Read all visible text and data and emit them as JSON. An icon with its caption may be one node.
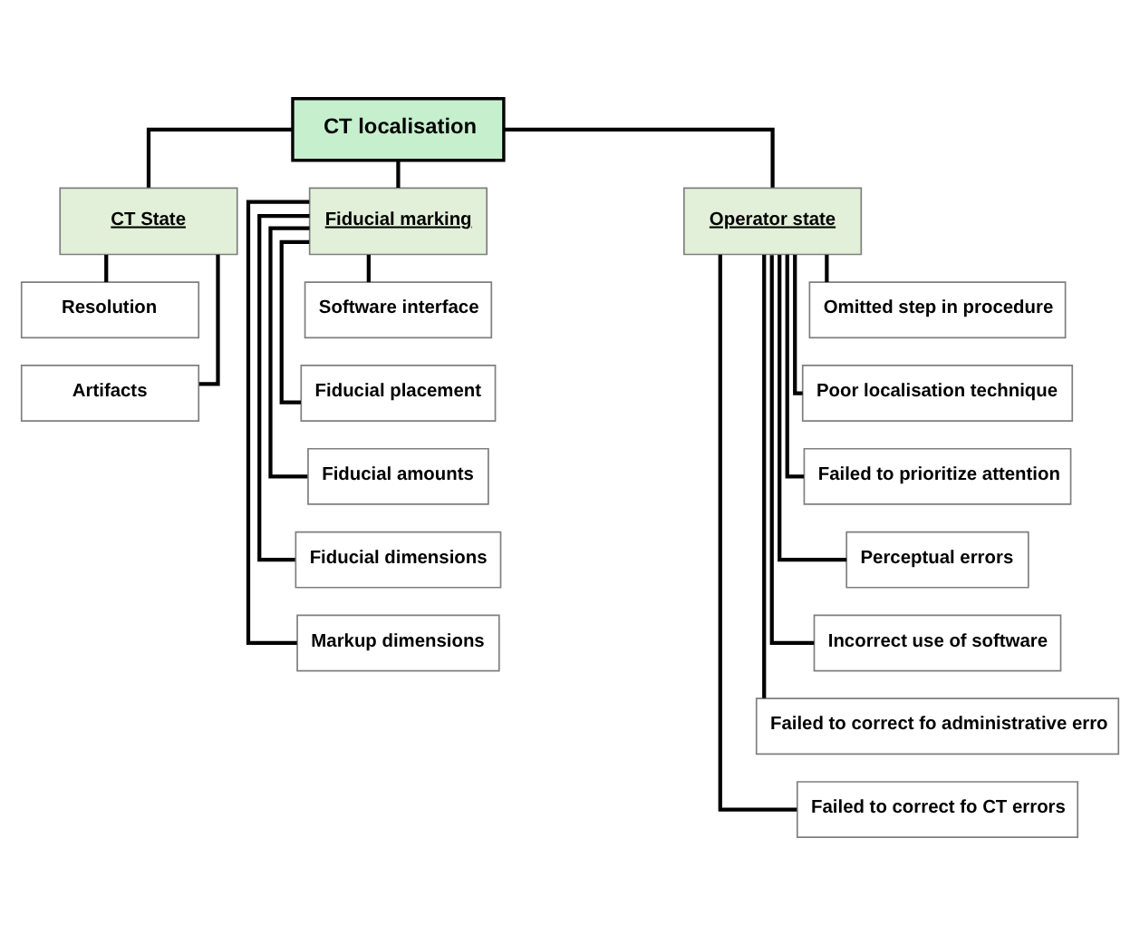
{
  "diagram": {
    "nodes": [
      {
        "text": [
          "CT localisation"
        ]
      },
      {
        "text": [
          "CT State"
        ]
      },
      {
        "text": [
          "Fiducial marking"
        ]
      },
      {
        "text": [
          "Operator state"
        ]
      },
      {
        "text": [
          "Resolution"
        ]
      },
      {
        "text": [
          "Artifacts"
        ]
      },
      {
        "text": [
          "Software interface"
        ]
      },
      {
        "text": [
          "Fiducial placement"
        ]
      },
      {
        "text": [
          "Fiducial amounts"
        ]
      },
      {
        "text": [
          "Fiducial dimensions"
        ]
      },
      {
        "text": [
          "Markup dimensions"
        ]
      },
      {
        "text": [
          "Omitted step in procedure"
        ]
      },
      {
        "text": [
          "Poor localisation technique"
        ]
      },
      {
        "text": [
          "Failed to prioritize attention"
        ]
      },
      {
        "text": [
          "Perceptual errors"
        ]
      },
      {
        "text": [
          "Incorrect use of software"
        ]
      },
      {
        "text": [
          "Failed to correct fo administrative erro"
        ]
      },
      {
        "text": [
          "Failed to correct fo CT errors"
        ]
      }
    ],
    "edges": [
      {
        "from": 0,
        "to": 1,
        "arrow": "none"
      },
      {
        "from": 0,
        "to": 2,
        "arrow": "none"
      },
      {
        "from": 0,
        "to": 3,
        "arrow": "none"
      },
      {
        "from": 1,
        "to": 4,
        "arrow": "none"
      },
      {
        "from": 1,
        "to": 5,
        "arrow": "none"
      },
      {
        "from": 2,
        "to": 6,
        "arrow": "none"
      },
      {
        "from": 2,
        "to": 7,
        "arrow": "none"
      },
      {
        "from": 2,
        "to": 8,
        "arrow": "none"
      },
      {
        "from": 2,
        "to": 9,
        "arrow": "none"
      },
      {
        "from": 2,
        "to": 10,
        "arrow": "none"
      },
      {
        "from": 3,
        "to": 11,
        "arrow": "none"
      },
      {
        "from": 3,
        "to": 12,
        "arrow": "none"
      },
      {
        "from": 3,
        "to": 13,
        "arrow": "none"
      },
      {
        "from": 3,
        "to": 14,
        "arrow": "none"
      },
      {
        "from": 3,
        "to": 15,
        "arrow": "none"
      },
      {
        "from": 3,
        "to": 16,
        "arrow": "none"
      },
      {
        "from": 3,
        "to": 17,
        "arrow": "none"
      }
    ]
  }
}
